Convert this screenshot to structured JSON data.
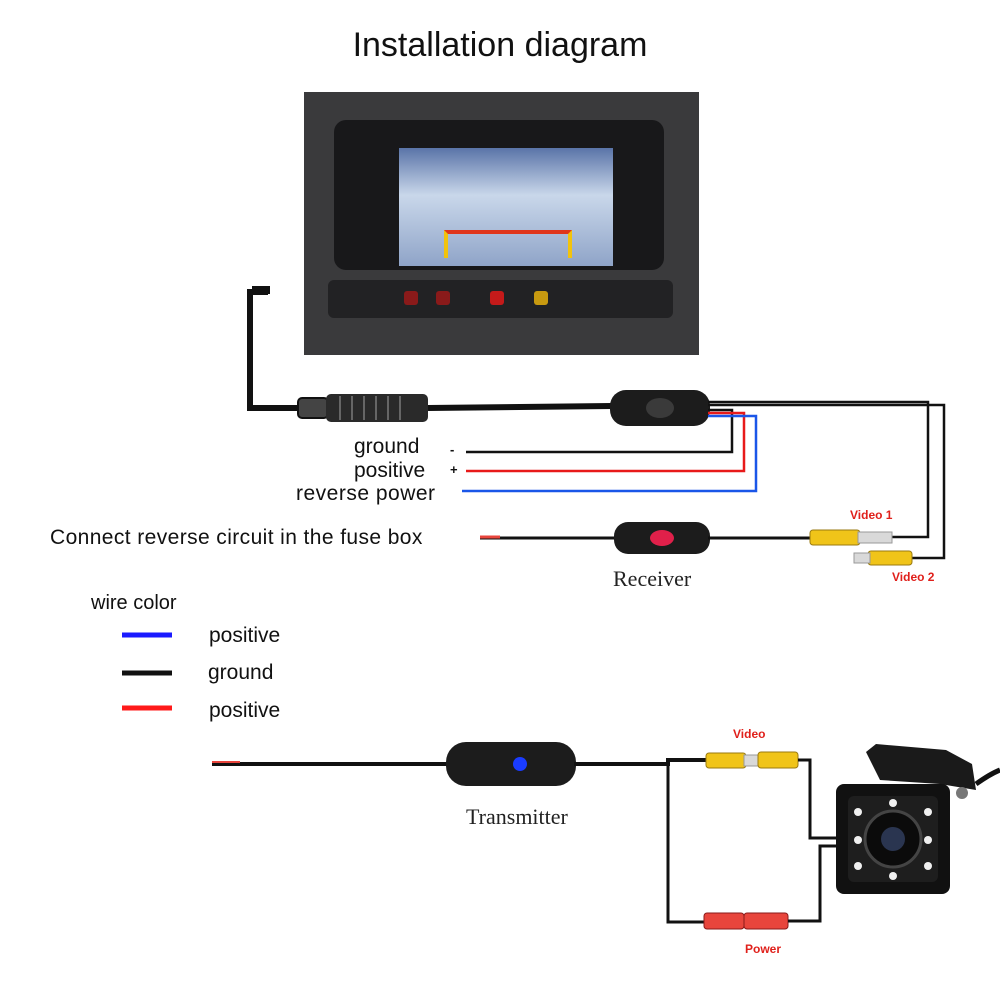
{
  "title": "Installation diagram",
  "labels": {
    "ground": "ground",
    "positive": "positive",
    "reverse_power": "reverse power",
    "ground_sign": "-",
    "positive_sign": "+",
    "fuse_box": "Connect reverse circuit in the fuse box",
    "receiver": "Receiver",
    "video1": "Video 1",
    "video2": "Video 2",
    "transmitter": "Transmitter",
    "video": "Video",
    "power": "Power"
  },
  "legend": {
    "title": "wire color",
    "items": [
      {
        "label": "positive",
        "color": "#1a1aff"
      },
      {
        "label": "ground",
        "color": "#111111"
      },
      {
        "label": "positive",
        "color": "#ff1a1a"
      }
    ]
  },
  "colors": {
    "wire_black": "#111111",
    "wire_red": "#e81a1a",
    "wire_blue": "#1a56e8",
    "rca_yellow": "#f0c419",
    "connector_red": "#e8453c",
    "receiver_led": "#e0204a",
    "transmitter_led": "#1a3cff",
    "annotation_red": "#e0201b"
  }
}
